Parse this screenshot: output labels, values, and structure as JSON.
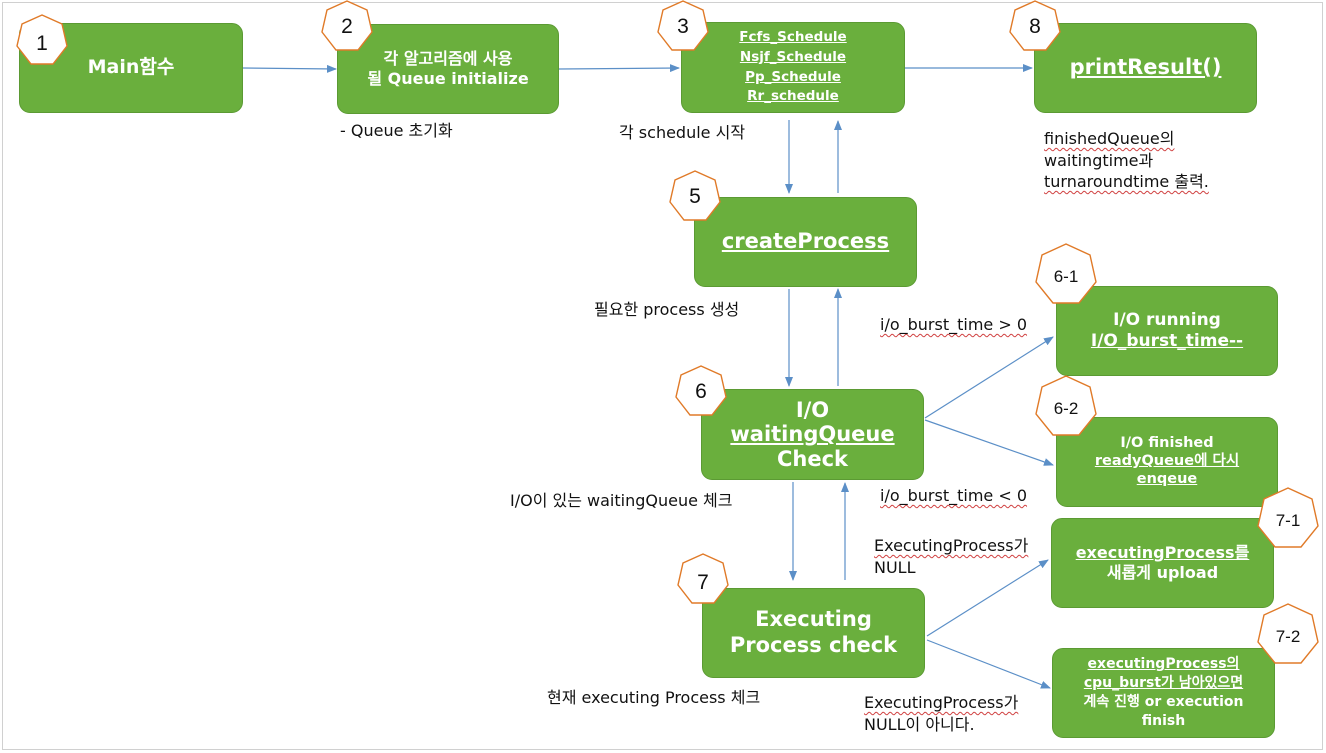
{
  "colors": {
    "node_fill": "#6aaf3d",
    "node_text": "#ffffff",
    "badge_stroke": "#e07a28",
    "arrow": "#5b8fc7"
  },
  "nodes": {
    "n1": {
      "lines": [
        "Main함수"
      ],
      "badge": "1"
    },
    "n2": {
      "lines": [
        "각 알고리즘에 사용",
        "될 Queue initialize"
      ],
      "badge": "2"
    },
    "n3": {
      "lines": [
        "Fcfs_Schedule",
        "Nsjf_Schedule",
        "Pp_Schedule",
        "Rr_schedule"
      ],
      "badge": "3"
    },
    "n8": {
      "lines": [
        "printResult()"
      ],
      "badge": "8"
    },
    "n5": {
      "lines": [
        "createProcess"
      ],
      "badge": "5"
    },
    "n6": {
      "lines": [
        "I/O",
        "waitingQueue",
        "Check"
      ],
      "badge": "6"
    },
    "n61": {
      "lines": [
        "I/O running",
        "I/O_burst_time--"
      ],
      "badge": "6-1"
    },
    "n62": {
      "lines": [
        "I/O finished",
        "readyQueue에 다시",
        "enqeue"
      ],
      "badge": "6-2"
    },
    "n7": {
      "lines": [
        "Executing",
        "Process check"
      ],
      "badge": "7"
    },
    "n71": {
      "lines": [
        "executingProcess를",
        "새롭게 upload"
      ],
      "badge": "7-1"
    },
    "n72": {
      "lines": [
        "executingProcess의",
        "cpu_burst가 남아있으면",
        "계속 진행 or execution",
        "finish"
      ],
      "badge": "7-2"
    }
  },
  "labels": {
    "queue_init": "- Queue 초기화",
    "schedule_start": "각 schedule 시작",
    "print_desc": [
      "finishedQueue의",
      "waitingtime과",
      "turnaroundtime 출력."
    ],
    "create_desc": "필요한 process 생성",
    "io_gt": "i/o_burst_time > 0",
    "io_lt": "i/o_burst_time < 0",
    "io_check_desc": "I/O이 있는 waitingQueue 체크",
    "exec_null": [
      "ExecutingProcess가",
      "NULL"
    ],
    "exec_desc": "현재 executing Process 체크",
    "exec_not_null": [
      "ExecutingProcess가",
      "NULL이 아니다."
    ]
  }
}
